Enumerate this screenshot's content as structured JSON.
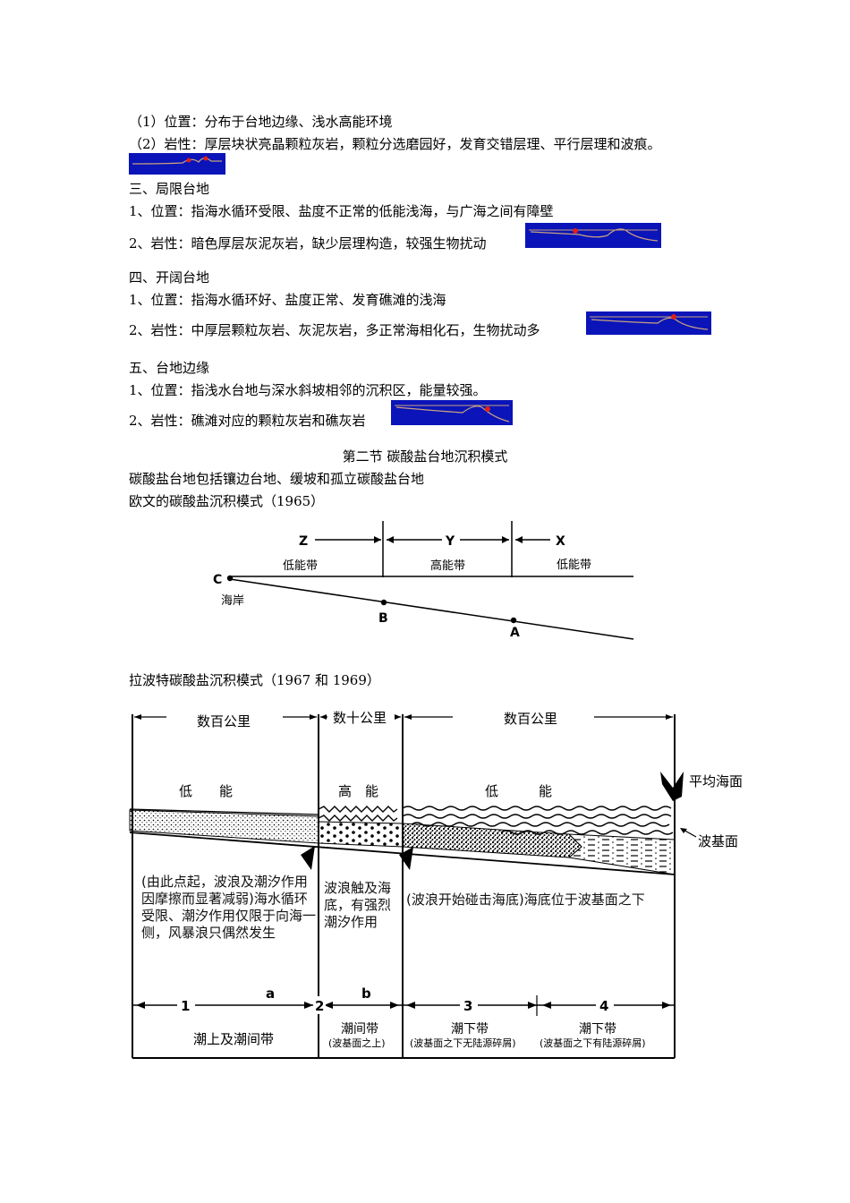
{
  "lines": {
    "l1": "（1）位置：分布于台地边缘、浅水高能环境",
    "l2": "（2）岩性：厚层块状亮晶颗粒灰岩，颗粒分选磨园好，发育交错层理、平行层理和波痕。",
    "s3_title": "三、局限台地",
    "s3_1": "1、位置：指海水循环受限、盐度不正常的低能浅海，与广海之间有障壁",
    "s3_2": "2、岩性：暗色厚层灰泥灰岩，缺少层理构造，较强生物扰动",
    "s4_title": "四、开阔台地",
    "s4_1": "1、位置：指海水循环好、盐度正常、发育礁滩的浅海",
    "s4_2": "2、岩性：中厚层颗粒灰岩、灰泥灰岩，多正常海相化石，生物扰动多",
    "s5_title": "五、台地边缘",
    "s5_1": "1、位置：指浅水台地与深水斜坡相邻的沉积区，能量较强。",
    "s5_2": "2、岩性：礁滩对应的颗粒灰岩和礁灰岩",
    "section2_title": "第二节 碳酸盐台地沉积模式",
    "p1": "碳酸盐台地包括镶边台地、缓坡和孤立碳酸盐台地",
    "p2": "欧文的碳酸盐沉积模式（1965）",
    "p3": "拉波特碳酸盐沉积模式（1967 和 1969）"
  },
  "irwin": {
    "z": "Z",
    "y": "Y",
    "x": "X",
    "low1": "低能带",
    "high": "高能带",
    "low2": "低能带",
    "c": "C",
    "coast": "海岸",
    "b": "B",
    "a": "A"
  },
  "laporte": {
    "top_left": "数百公里",
    "top_mid": "数十公里",
    "top_right": "数百公里",
    "energy_low1": "低　　能",
    "energy_high": "高　能",
    "energy_low2": "低　　　能",
    "sea_level": "平均海面",
    "wave_base": "波基面",
    "desc1": "(由此点起，波浪及潮汐作用因摩擦而显著减弱)海水循环受限、潮汐作用仅限于向海一侧，风暴浪只偶然发生",
    "desc2": "波浪触及海底，有强烈潮汐作用",
    "desc3": "(波浪开始碰击海底)海底位于波基面之下",
    "n1": "1",
    "la": "a",
    "n2": "2",
    "lb": "b",
    "n3": "3",
    "n4": "4",
    "zone1": "潮上及潮间带",
    "zone2": "潮间带",
    "zone2_sub": "(波基面之上)",
    "zone3": "潮下带",
    "zone3_sub": "(波基面之下无陆源碎屑)",
    "zone4": "潮下带",
    "zone4_sub": "(波基面之下有陆源碎屑)"
  },
  "colors": {
    "thumb_bg": "#0a14b8",
    "thumb_line": "#c8a080",
    "thumb_dot": "#e0201a"
  }
}
